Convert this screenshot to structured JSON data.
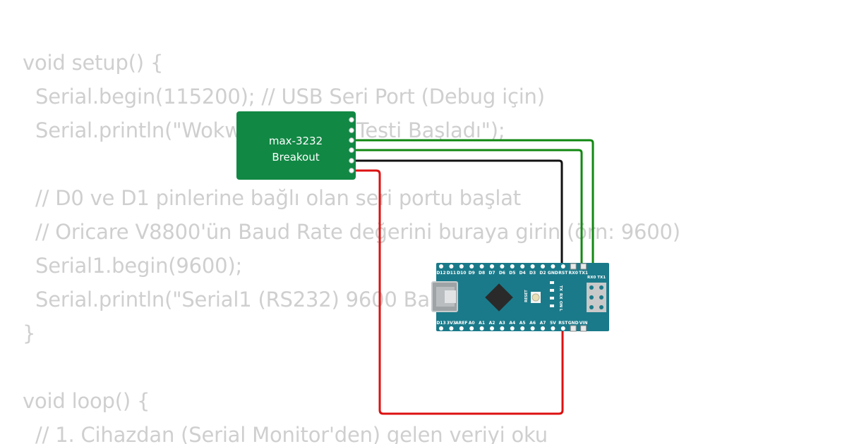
{
  "code": {
    "lines": [
      "void setup() {",
      "  Serial.begin(115200); // USB Seri Port (Debug için)",
      "  Serial.println(\"Wokwi MAX3232 Testi Başladı\");",
      "",
      "  // D0 ve D1 pinlerine bağlı olan seri portu başlat",
      "  // Oricare V8800'ün Baud Rate değerini buraya girin (örn: 9600)",
      "  Serial1.begin(9600);",
      "  Serial.println(\"Serial1 (RS232) 9600 Baud Başlatıldı\");",
      "}",
      "",
      "void loop() {",
      "  // 1. Cihazdan (Serial Monitor'den) gelen veriyi oku"
    ]
  },
  "max3232": {
    "label_line1": "max-3232",
    "label_line2": "Breakout",
    "color": "#118844"
  },
  "nano": {
    "top_pins": [
      "D12",
      "D11",
      "D10",
      "D9",
      "D8",
      "D7",
      "D6",
      "D5",
      "D4",
      "D3",
      "D2",
      "GND",
      "RST",
      "RX0",
      "TX1"
    ],
    "bottom_pins": [
      "D13",
      "3V3",
      "AREF",
      "A0",
      "A1",
      "A2",
      "A3",
      "A4",
      "A5",
      "A6",
      "A7",
      "5V",
      "RST",
      "GND",
      "VIN"
    ],
    "side_labels": [
      "TX",
      "RX",
      "ON",
      "L"
    ],
    "reset_label": "RESET",
    "header_label": "RX0 TX1",
    "color": "#1a7a8a"
  },
  "wires": {
    "green": "#118811",
    "black": "#111111",
    "red": "#dd1111"
  }
}
